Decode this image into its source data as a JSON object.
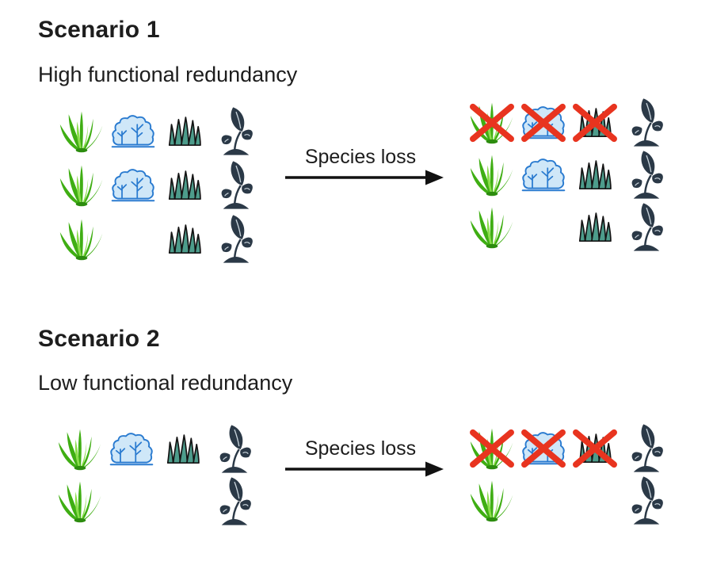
{
  "colors": {
    "background": "#ffffff",
    "text": "#1d1d1d",
    "arrow-black": "#111111",
    "aloe-green": "#3fae13",
    "aloe-green-light": "#8ade4b",
    "aloe-green-dark": "#2c8c0e",
    "shrub-fill": "#cfe7f8",
    "shrub-stroke": "#2a7bd0",
    "grass-fill": "#4d9c8b",
    "grass-outline": "#141414",
    "seedling-slate": "#2b3947",
    "seedling-vein": "#c9d4dc",
    "cross-red": "#e8341f"
  },
  "species_legend": {
    "aloe": "green aloe plant",
    "shrub": "blue shrub",
    "grass": "teal grass tuft",
    "seedling": "dark seedling"
  },
  "scenarios": [
    {
      "title": "Scenario 1",
      "subtitle": "High functional redundancy",
      "arrow_label": "Species loss",
      "before": [
        [
          {
            "species": "aloe"
          },
          {
            "species": "shrub"
          },
          {
            "species": "grass"
          },
          {
            "species": "seedling"
          }
        ],
        [
          {
            "species": "aloe"
          },
          {
            "species": "shrub"
          },
          {
            "species": "grass"
          },
          {
            "species": "seedling"
          }
        ],
        [
          {
            "species": "aloe"
          },
          null,
          {
            "species": "grass"
          },
          {
            "species": "seedling"
          }
        ]
      ],
      "after": [
        [
          {
            "species": "aloe",
            "crossed": true
          },
          {
            "species": "shrub",
            "crossed": true
          },
          {
            "species": "grass",
            "crossed": true
          },
          {
            "species": "seedling"
          }
        ],
        [
          {
            "species": "aloe"
          },
          {
            "species": "shrub"
          },
          {
            "species": "grass"
          },
          {
            "species": "seedling"
          }
        ],
        [
          {
            "species": "aloe"
          },
          null,
          {
            "species": "grass"
          },
          {
            "species": "seedling"
          }
        ]
      ]
    },
    {
      "title": "Scenario 2",
      "subtitle": "Low functional redundancy",
      "arrow_label": "Species loss",
      "before": [
        [
          {
            "species": "aloe"
          },
          {
            "species": "shrub"
          },
          {
            "species": "grass"
          },
          {
            "species": "seedling"
          }
        ],
        [
          {
            "species": "aloe"
          },
          null,
          null,
          {
            "species": "seedling"
          }
        ]
      ],
      "after": [
        [
          {
            "species": "aloe",
            "crossed": true
          },
          {
            "species": "shrub",
            "crossed": true
          },
          {
            "species": "grass",
            "crossed": true
          },
          {
            "species": "seedling"
          }
        ],
        [
          {
            "species": "aloe"
          },
          null,
          null,
          {
            "species": "seedling"
          }
        ]
      ]
    }
  ]
}
